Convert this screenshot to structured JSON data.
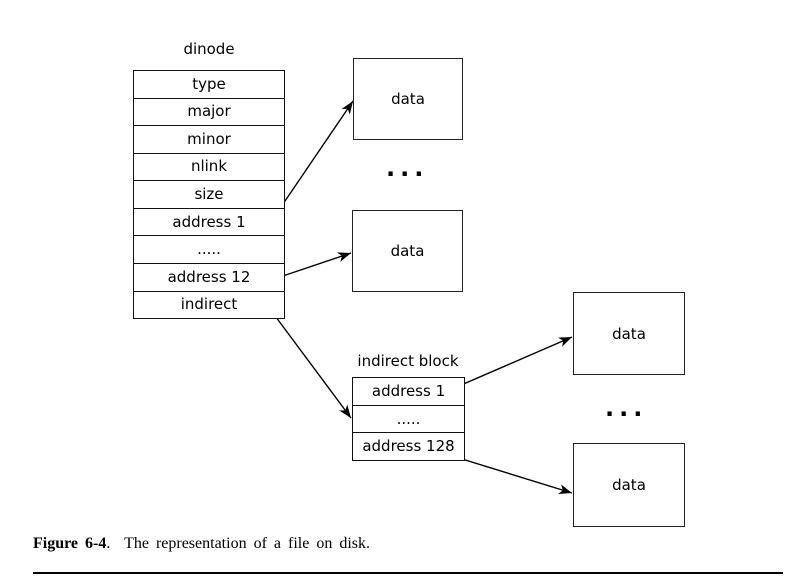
{
  "page": {
    "background": "#ffffff",
    "line_color": "#000000"
  },
  "diagram": {
    "dinode": {
      "title": "dinode",
      "rows": [
        "type",
        "major",
        "minor",
        "nlink",
        "size",
        "address 1",
        ".....",
        "address 12",
        "indirect"
      ]
    },
    "indirect_block": {
      "title": "indirect block",
      "rows": [
        "address 1",
        ".....",
        "address 128"
      ]
    },
    "data_boxes": [
      "data",
      "data",
      "data",
      "data"
    ],
    "ellipsis_top": "...",
    "ellipsis_right": "..."
  },
  "caption": {
    "figure_label": "Figure 6-4",
    "text": ".  The representation of a file on disk."
  }
}
